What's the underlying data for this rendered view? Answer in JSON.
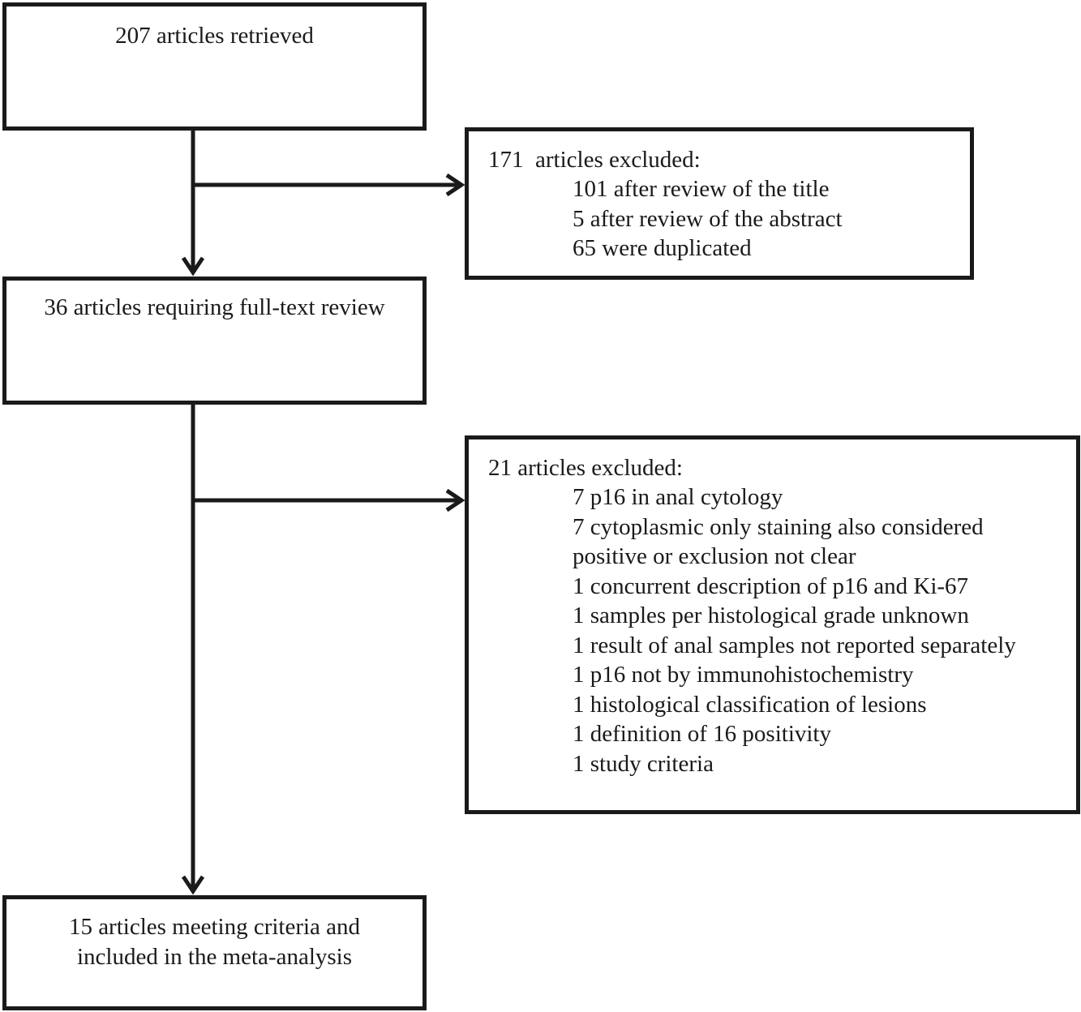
{
  "flow": {
    "retrieved": "207 articles retrieved",
    "excluded_first": {
      "heading": "171  articles excluded:",
      "items": [
        "101 after review of the title",
        "5 after review of the abstract",
        "65 were duplicated"
      ]
    },
    "full_text": "36 articles requiring full-text review",
    "excluded_second": {
      "heading": "21 articles excluded:",
      "items": [
        "7 p16 in anal cytology",
        "7 cytoplasmic only staining also considered",
        "positive or exclusion not clear",
        "1 concurrent description of p16 and Ki-67",
        "1 samples per histological grade unknown",
        "1 result of anal samples not reported separately",
        "1 p16 not by immunohistochemistry",
        "1 histological classification of lesions",
        "1 definition of 16 positivity",
        "1 study criteria"
      ]
    },
    "included": {
      "line1": "15 articles meeting criteria and",
      "line2": "included in the meta-analysis"
    }
  },
  "colors": {
    "stroke": "#1a1a1a",
    "background": "#ffffff"
  }
}
